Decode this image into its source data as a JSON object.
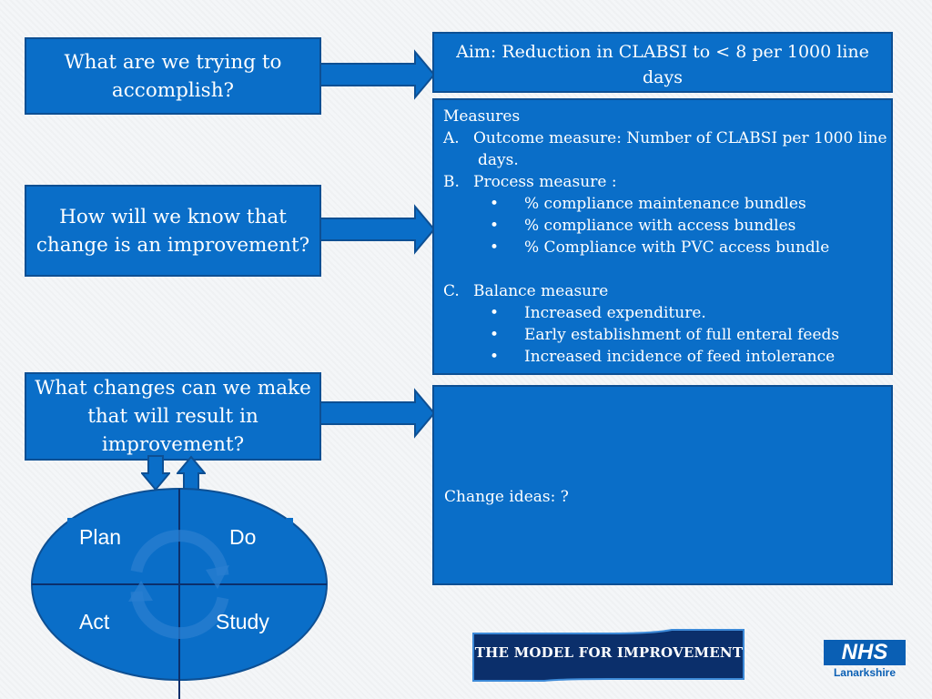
{
  "questions": {
    "q1": "What are we trying to accomplish?",
    "q2": "How will we know that change is an improvement?",
    "q3": "What changes can we make that will result in improvement?"
  },
  "aim": "Aim: Reduction in CLABSI  to < 8 per 1000 line days",
  "measures": {
    "heading": "Measures",
    "a_label": "A.",
    "a_text": "Outcome measure: Number of CLABSI per 1000 line",
    "a_cont": "days.",
    "b_label": "B.",
    "b_text": "Process measure  :",
    "b_items": [
      "% compliance maintenance bundles",
      "% compliance with access bundles",
      "% Compliance with PVC access bundle"
    ],
    "c_label": "C.",
    "c_text": "Balance measure",
    "c_items": [
      "Increased expenditure.",
      "Early establishment of full enteral feeds",
      "Increased incidence of feed intolerance"
    ],
    "bullet": "•"
  },
  "change_ideas": "Change ideas: ?",
  "pdsa": {
    "plan": "Plan",
    "do": "Do",
    "act": "Act",
    "study": "Study"
  },
  "banner": "THE MODEL FOR IMPROVEMENT",
  "logo": {
    "nhs": "NHS",
    "org": "Lanarkshire"
  },
  "colors": {
    "box_fill": "#0a6ec8",
    "box_border": "#0d4f93",
    "banner_fill": "#0b2f6b"
  }
}
